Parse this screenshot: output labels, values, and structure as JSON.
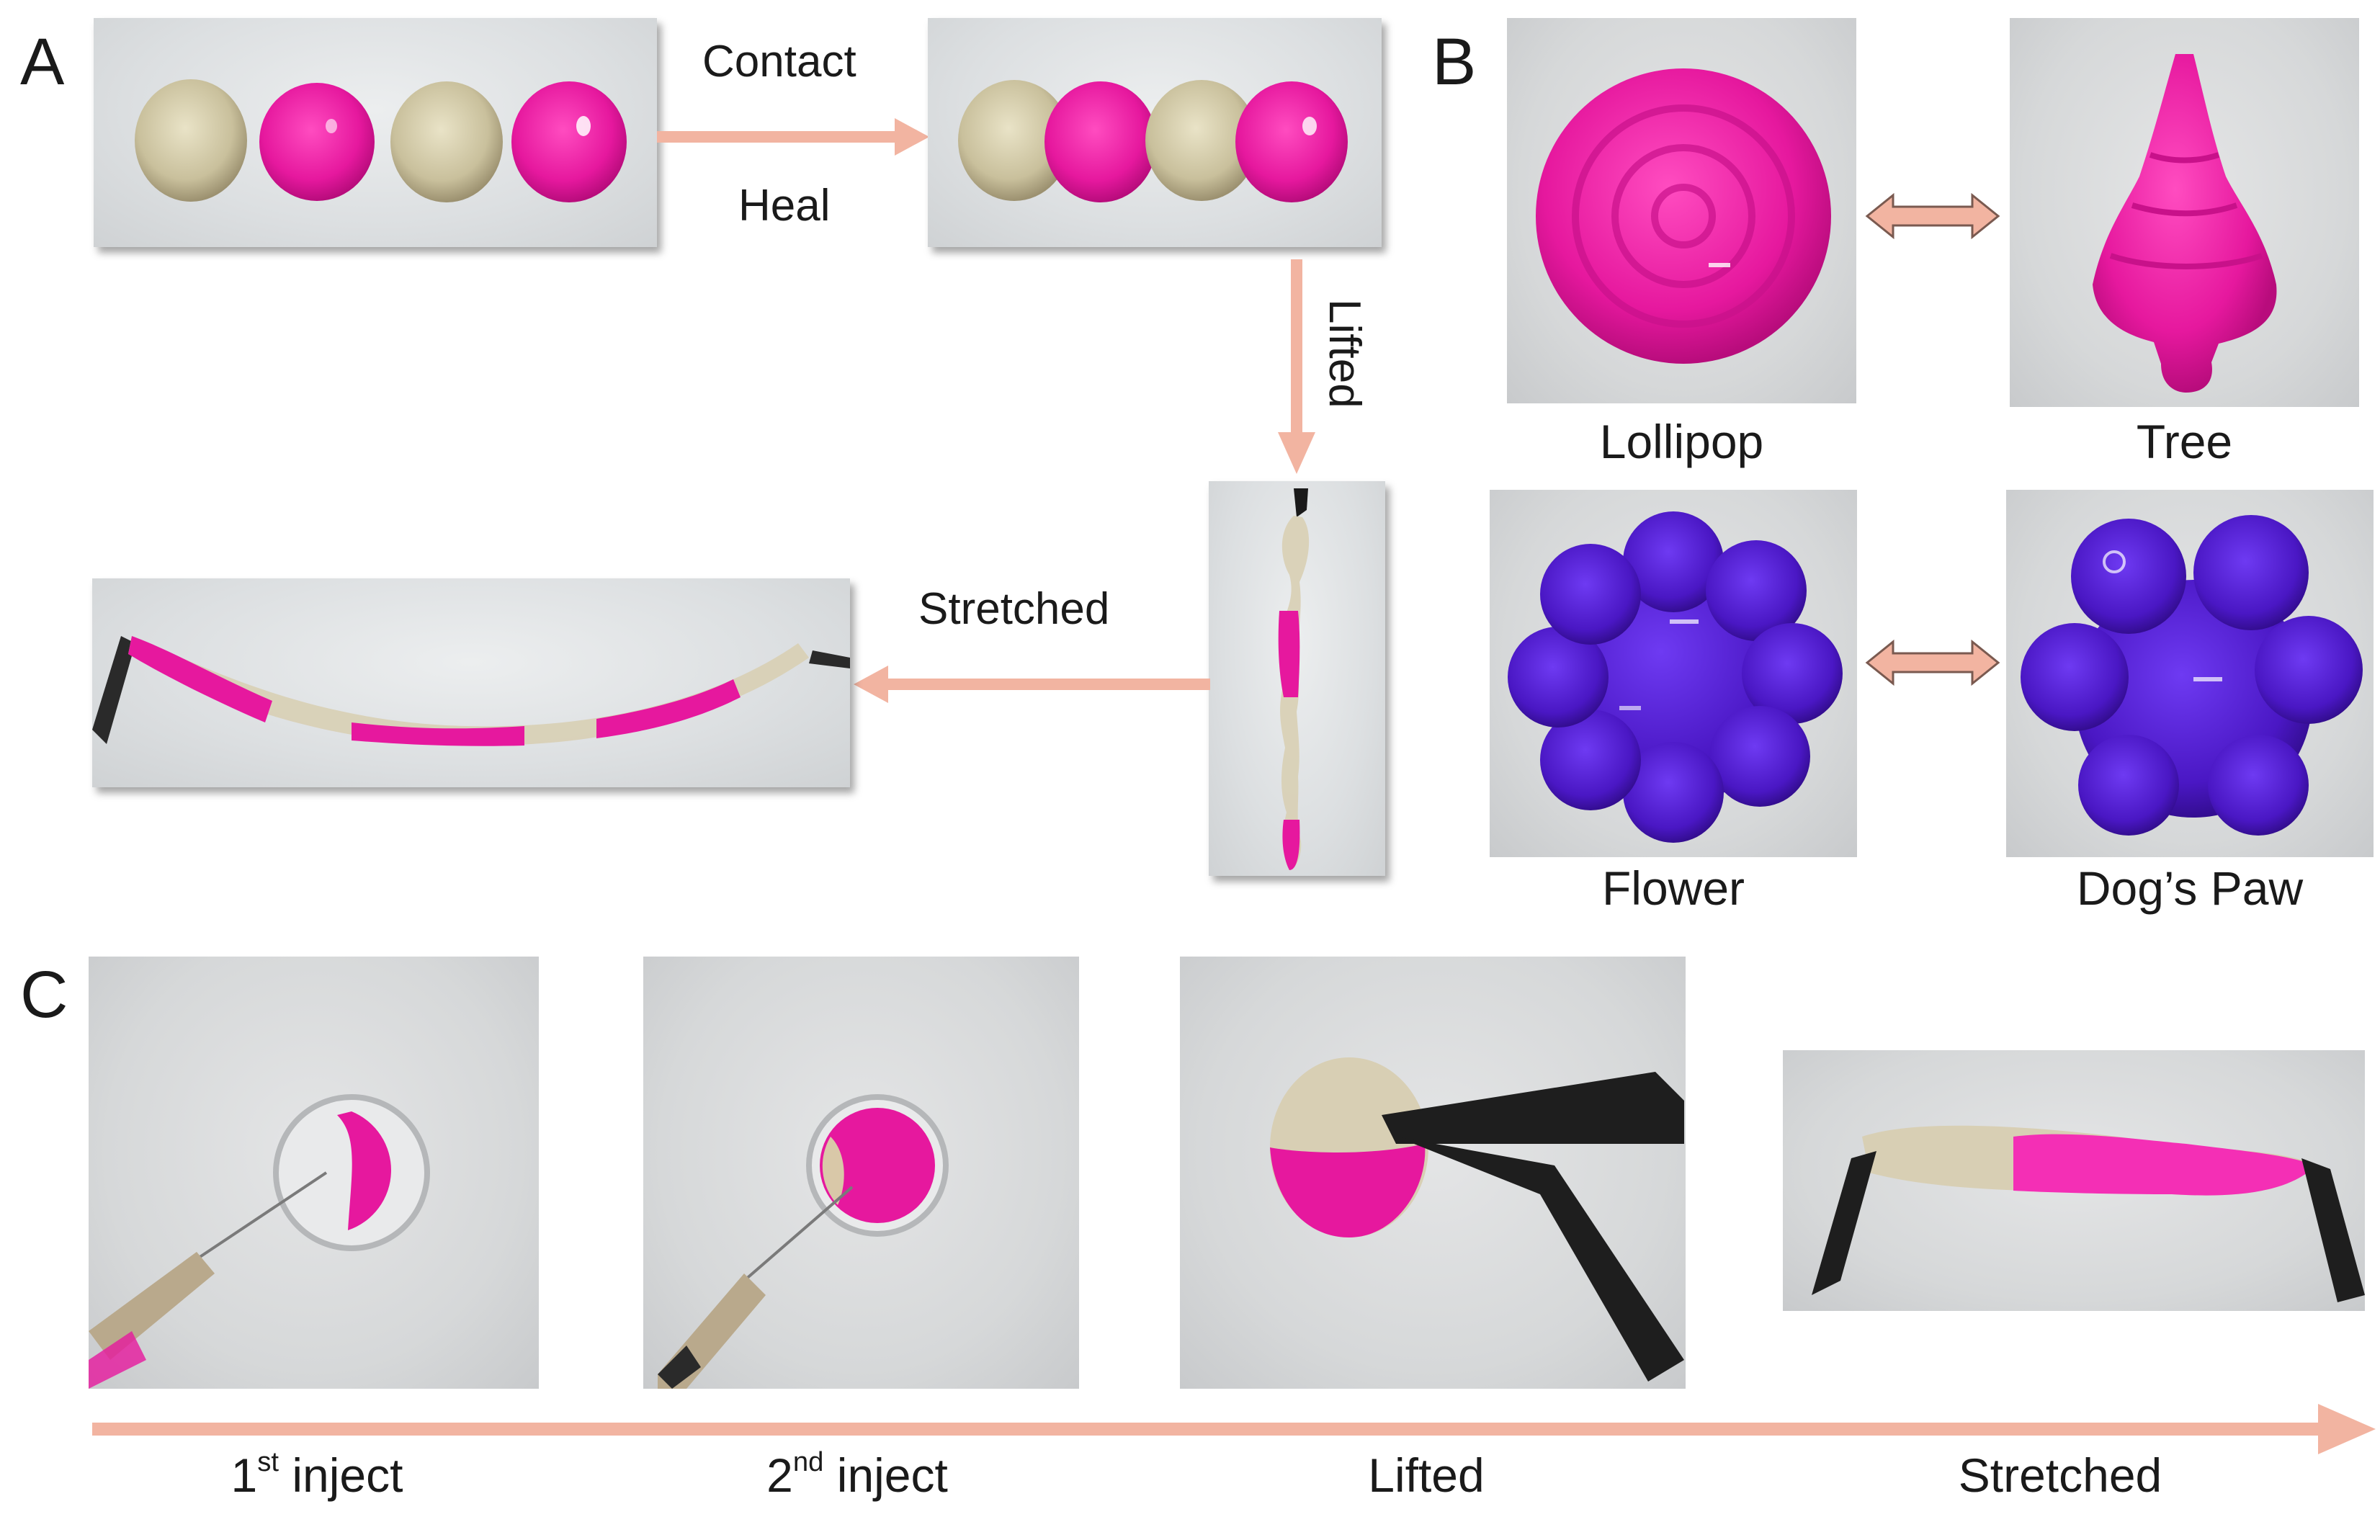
{
  "panels": {
    "a": "A",
    "b": "B",
    "c": "C"
  },
  "panel_a": {
    "contact": "Contact",
    "heal": "Heal",
    "lifted": "Lifted",
    "stretched": "Stretched"
  },
  "panel_b": {
    "shapes": [
      "Lollipop",
      "Tree",
      "Flower",
      "Dog’s Paw"
    ]
  },
  "panel_c": {
    "steps": [
      {
        "num": "1",
        "sup": "st",
        "rest": " inject"
      },
      {
        "num": "2",
        "sup": "nd",
        "rest": " inject"
      },
      {
        "num": "",
        "sup": "",
        "rest": "Lifted"
      },
      {
        "num": "",
        "sup": "",
        "rest": "Stretched"
      }
    ]
  },
  "colors": {
    "arrow": "#f2b4a1",
    "pink_gel": "#ea1ea3",
    "clear_gel": "#cfc8a8",
    "purple_gel": "#5a1fd0"
  }
}
